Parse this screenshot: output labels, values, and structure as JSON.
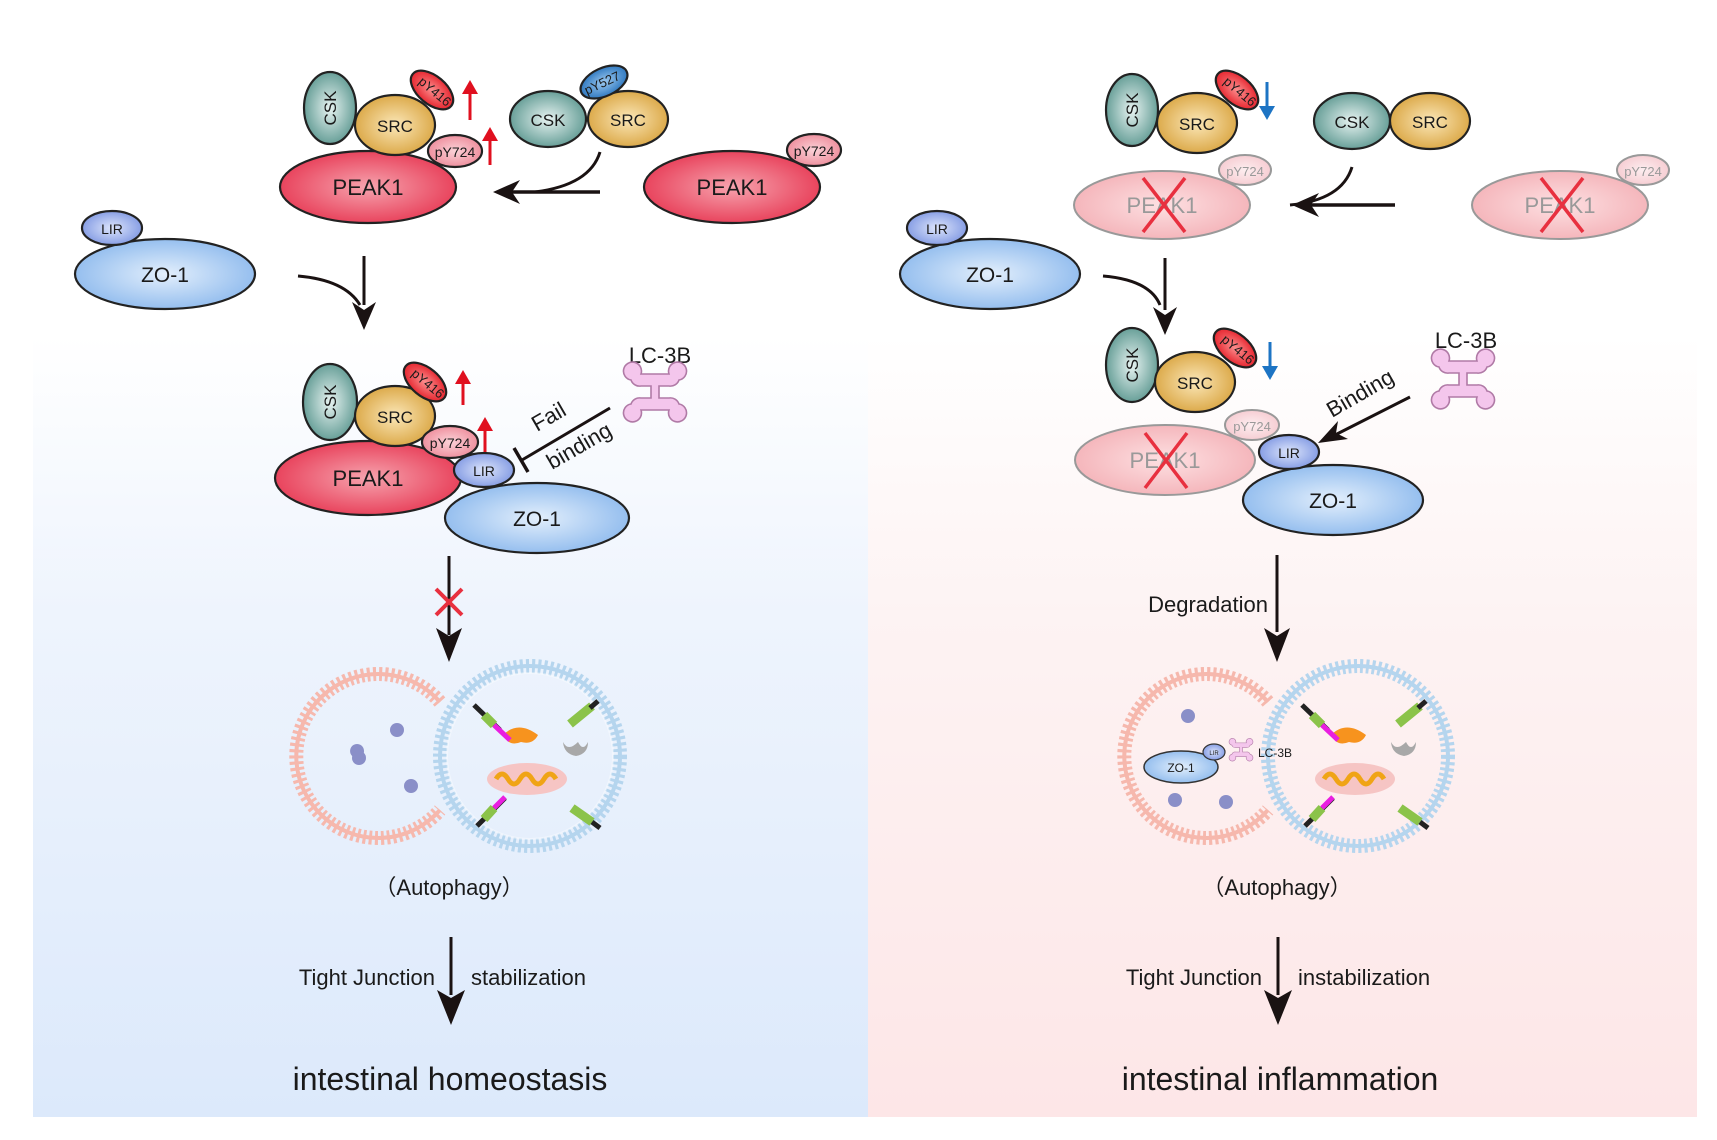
{
  "panels": {
    "left": {
      "condition": "homeostasis",
      "background_color": "#dce9fb",
      "top": {
        "complex_active": {
          "csk": "CSK",
          "src": "SRC",
          "peak1": "PEAK1",
          "src_phospho": "pY416",
          "peak1_phospho": "pY724",
          "src_phospho_trend": "up",
          "peak1_phospho_trend": "up"
        },
        "complex_inactive": {
          "csk": "CSK",
          "src": "SRC",
          "src_phospho": "pY527"
        },
        "peak1_free": {
          "label": "PEAK1",
          "phospho": "pY724"
        },
        "zo1": {
          "label": "ZO-1",
          "lir": "LIR"
        }
      },
      "middle": {
        "complex": {
          "csk": "CSK",
          "src": "SRC",
          "peak1": "PEAK1",
          "src_phospho": "pY416",
          "peak1_phospho": "pY724",
          "lir": "LIR",
          "zo1": "ZO-1",
          "src_phospho_trend": "up",
          "peak1_phospho_trend": "up"
        },
        "lc3b": "LC-3B",
        "interaction_label_line1": "Fail",
        "interaction_label_line2": "binding",
        "interaction_type": "inhibited"
      },
      "pathway_blocked": true,
      "autophagy_label": "（Autophagy）",
      "tight_junction_left": "Tight Junction",
      "tight_junction_right": "stabilization",
      "outcome": "intestinal homeostasis"
    },
    "right": {
      "condition": "inflammation",
      "background_color": "#fde6e7",
      "top": {
        "complex_active": {
          "csk": "CSK",
          "src": "SRC",
          "src_phospho": "pY416",
          "src_phospho_trend": "down"
        },
        "complex_inactive": {
          "csk": "CSK",
          "src": "SRC"
        },
        "peak1_knockout": {
          "label": "PEAK1",
          "phospho": "pY724"
        },
        "peak1_free_knockout": {
          "label": "PEAK1",
          "phospho": "pY724"
        },
        "zo1": {
          "label": "ZO-1",
          "lir": "LIR"
        }
      },
      "middle": {
        "complex": {
          "csk": "CSK",
          "src": "SRC",
          "src_phospho": "pY416",
          "src_phospho_trend": "down",
          "peak1": "PEAK1",
          "peak1_phospho": "pY724",
          "lir": "LIR",
          "zo1": "ZO-1"
        },
        "lc3b": "LC-3B",
        "interaction_label": "Binding",
        "interaction_type": "activating"
      },
      "degradation_label": "Degradation",
      "autophagosome_cargo": {
        "zo1": "ZO-1",
        "lir": "LIR",
        "lc3b": "LC-3B"
      },
      "autophagy_label": "（Autophagy）",
      "tight_junction_left": "Tight Junction",
      "tight_junction_right": "instabilization",
      "outcome": "intestinal inflammation"
    }
  },
  "colors": {
    "csk": "#5e9f97",
    "src": "#e3b052",
    "peak1": "#ec4d63",
    "py416": "#e8242e",
    "py527": "#2f80c8",
    "py724": "#f29aa5",
    "zo1": "#9ec7f3",
    "lir": "#8fa8ea",
    "lc3b": "#f4c6ec",
    "up_arrow": "#e0101f",
    "down_arrow": "#1d74c4",
    "knockout_cross": "#e8303f",
    "faded_peak1": "#f5c0c3",
    "membrane_outer": "#f6b8ad",
    "membrane_inner": "#b5d5ee"
  }
}
